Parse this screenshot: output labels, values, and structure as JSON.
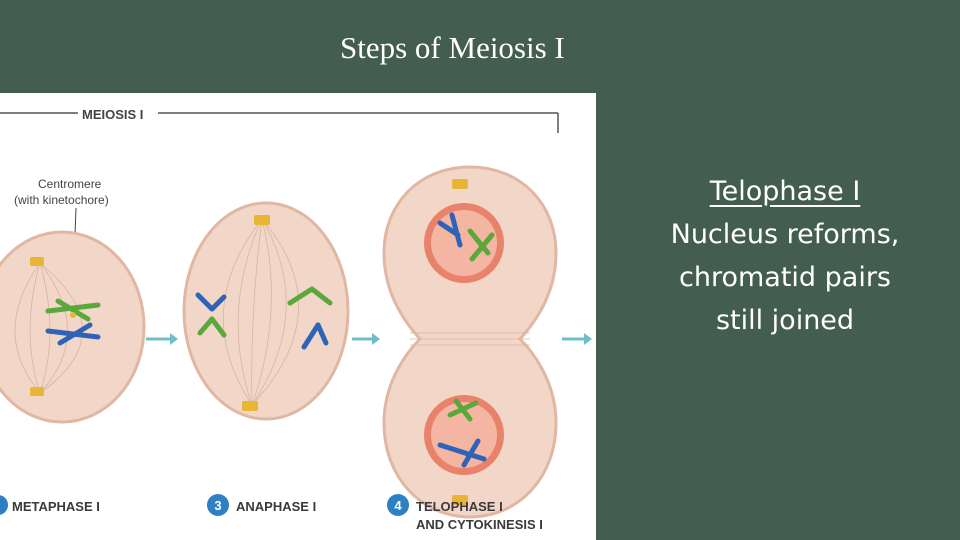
{
  "slide": {
    "title": "Steps of Meiosis I",
    "caption": {
      "heading": "Telophase I",
      "lines": [
        "Nucleus reforms,",
        "chromatid pairs",
        "still joined"
      ]
    }
  },
  "diagram": {
    "header": "MEIOSIS I",
    "label_centromere": "Centromere",
    "label_kinetochore": "(with kinetochore)",
    "stages": [
      {
        "number": "",
        "name": "METAPHASE I"
      },
      {
        "number": "3",
        "name": "ANAPHASE I"
      },
      {
        "number": "4",
        "name": "TELOPHASE I",
        "name2": "AND CYTOKINESIS I"
      }
    ]
  },
  "colors": {
    "background": "#435e50",
    "cell_fill": "#f2d6c7",
    "cell_stroke": "#e0b7a3",
    "nucleus": "#e9826a",
    "chromosome_blue": "#2f63b8",
    "chromosome_green": "#5aa83a",
    "centriole": "#e8b537",
    "arrow": "#6fbdc9",
    "stage_badge": "#2f7fc3"
  }
}
